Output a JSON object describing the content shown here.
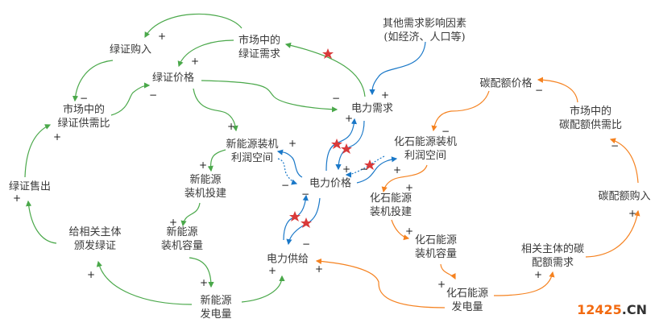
{
  "colors": {
    "green": "#4aa84a",
    "blue": "#1a78c8",
    "orange": "#f58220",
    "star": "#d93a3a"
  },
  "nodes": {
    "green_cert_purchase": "绿证购入",
    "market_green_cert_demand": [
      "市场中的",
      "绿证需求"
    ],
    "green_cert_price": "绿证价格",
    "market_green_cert_ratio": [
      "市场中的",
      "绿证供需比"
    ],
    "green_cert_sale": "绿证售出",
    "issue_green_cert": [
      "给相关主体",
      "颁发绿证"
    ],
    "new_energy_profit": [
      "新能源装机",
      "利润空间"
    ],
    "new_energy_build": [
      "新能源",
      "装机投建"
    ],
    "new_energy_capacity": [
      "新能源",
      "装机容量"
    ],
    "new_energy_generation": [
      "新能源",
      "发电量"
    ],
    "other_demand_factors": [
      "其他需求影响因素",
      "(如经济、人口等)"
    ],
    "power_demand": "电力需求",
    "power_price": "电力价格",
    "power_supply": "电力供给",
    "fossil_profit": [
      "化石能源装机",
      "利润空间"
    ],
    "fossil_build": [
      "化石能源",
      "装机投建"
    ],
    "fossil_capacity": [
      "化石能源",
      "装机容量"
    ],
    "fossil_generation": [
      "化石能源",
      "发电量"
    ],
    "carbon_price": "碳配额价格",
    "market_carbon_ratio": [
      "市场中的",
      "碳配额供需比"
    ],
    "carbon_purchase": "碳配额购入",
    "carbon_demand": [
      "相关主体的碳",
      "配额需求"
    ]
  },
  "signs": {
    "plus": "+",
    "minus": "−"
  },
  "watermark": {
    "number": "12425",
    "domain": ".CN"
  }
}
